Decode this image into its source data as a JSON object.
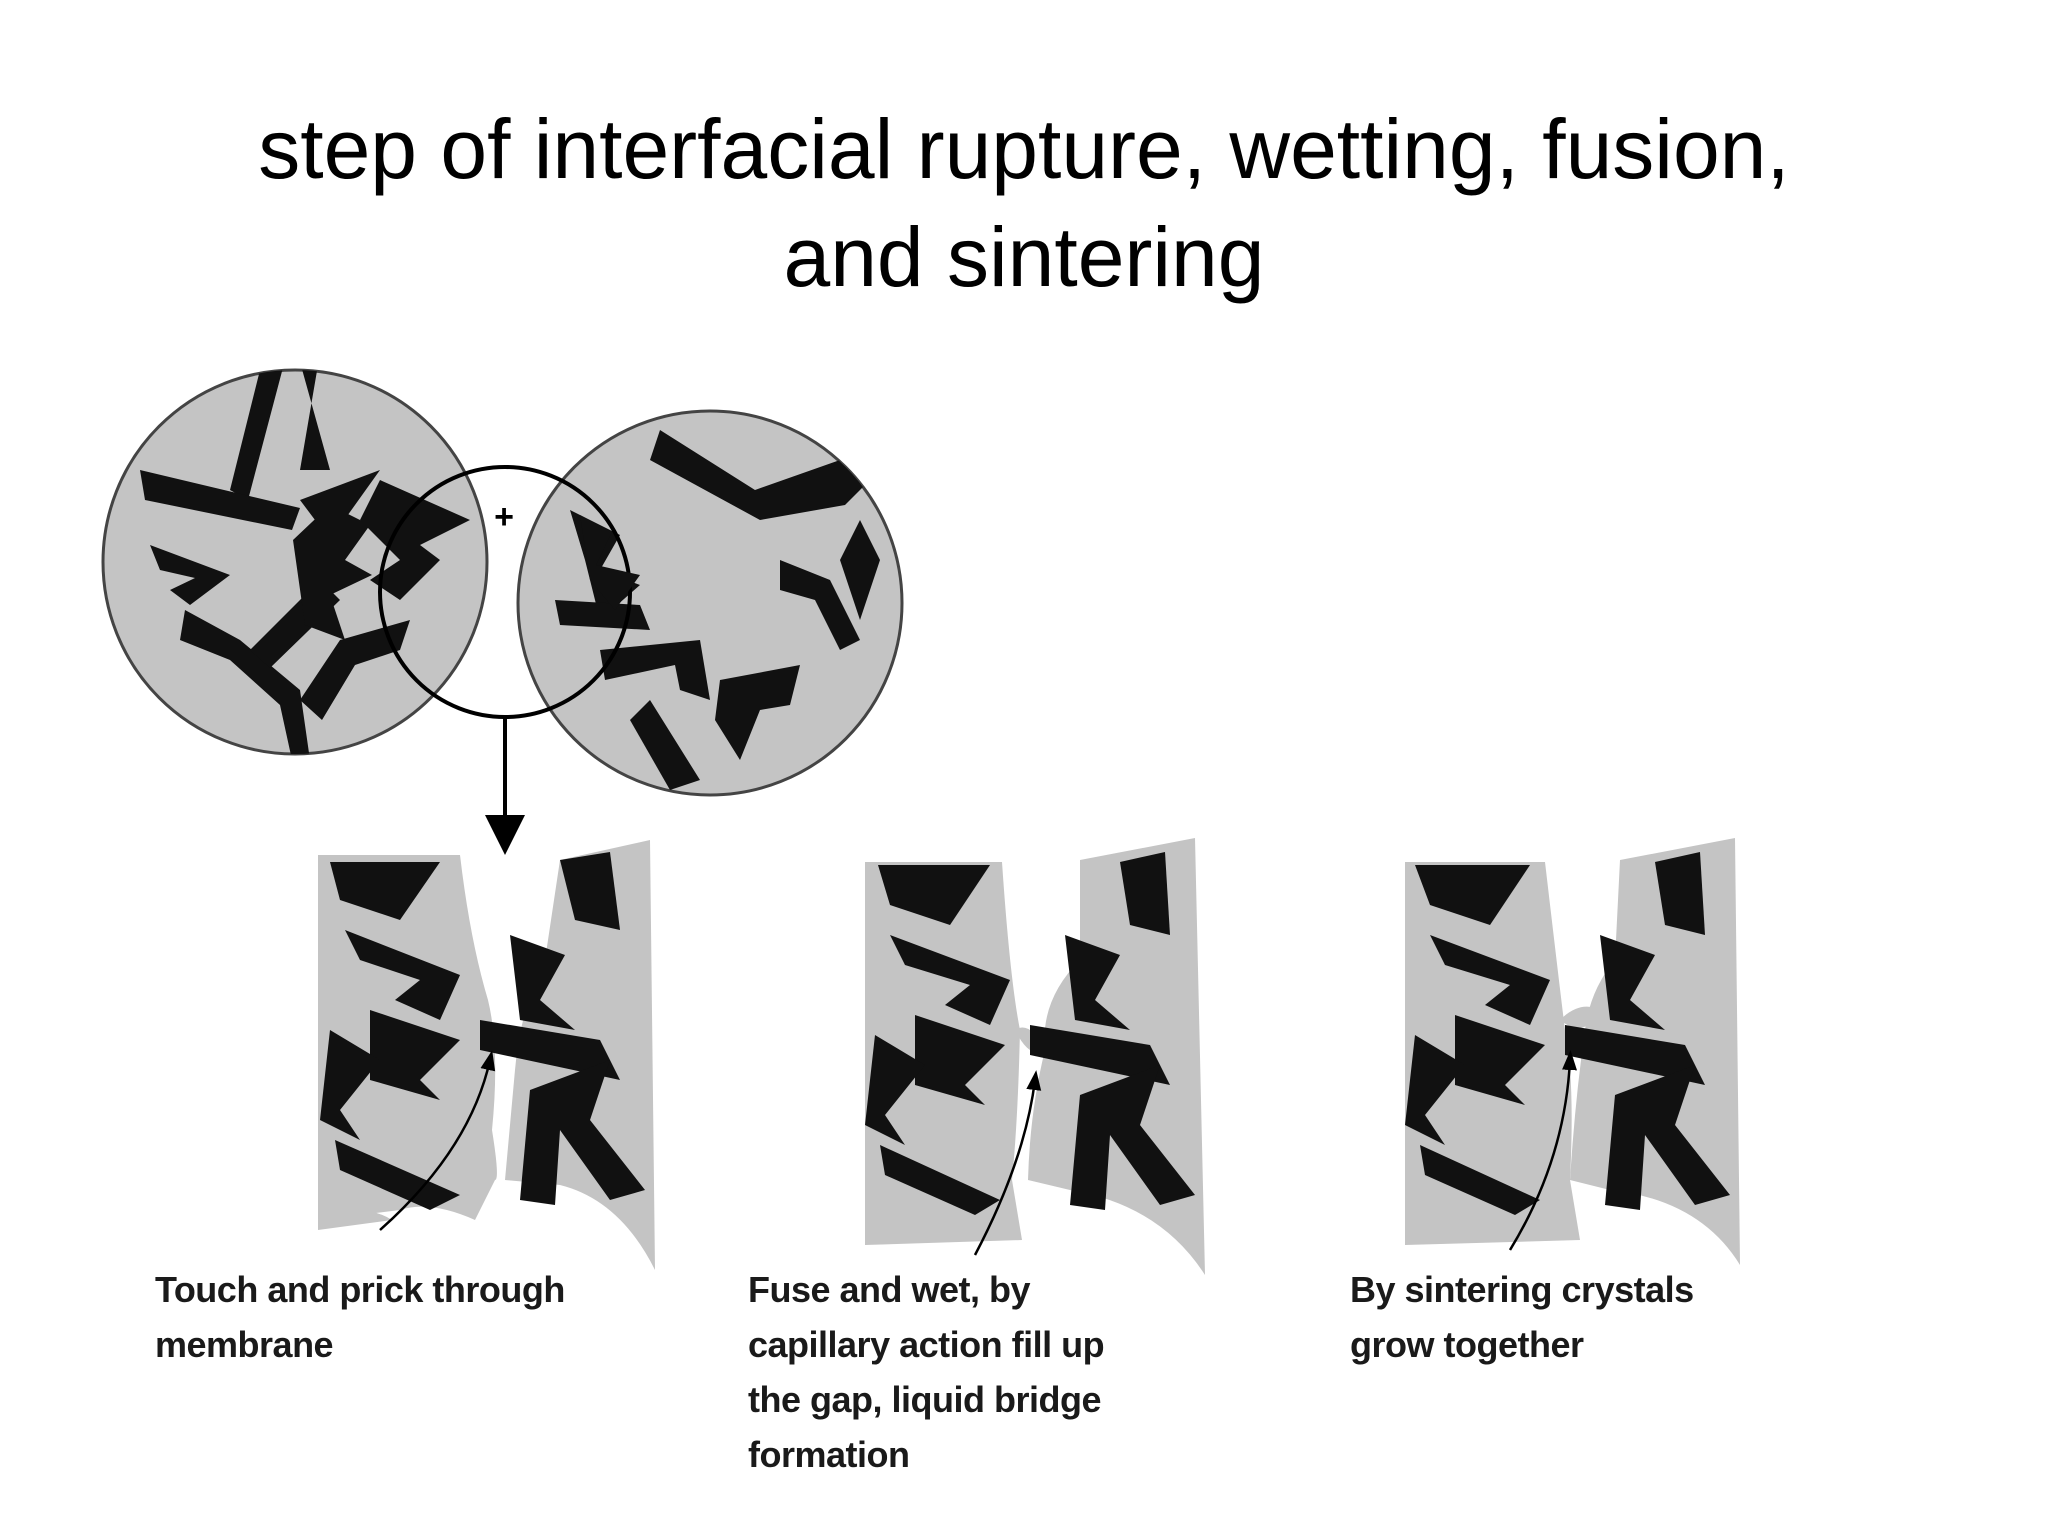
{
  "title": {
    "line1": "step of interfacial rupture, wetting, fusion,",
    "line2": "and sintering"
  },
  "diagram": {
    "merge_symbol": "+",
    "captions": [
      {
        "lines": [
          "Touch and prick through",
          "membrane"
        ]
      },
      {
        "lines": [
          "Fuse and wet, by",
          "capillary action fill up",
          "the gap, liquid bridge",
          "formation"
        ]
      },
      {
        "lines": [
          "By sintering crystals",
          "grow together"
        ]
      }
    ]
  },
  "colors": {
    "particle_fill": "#c4c4c4",
    "crystal": "#111111",
    "outline": "#333333"
  }
}
